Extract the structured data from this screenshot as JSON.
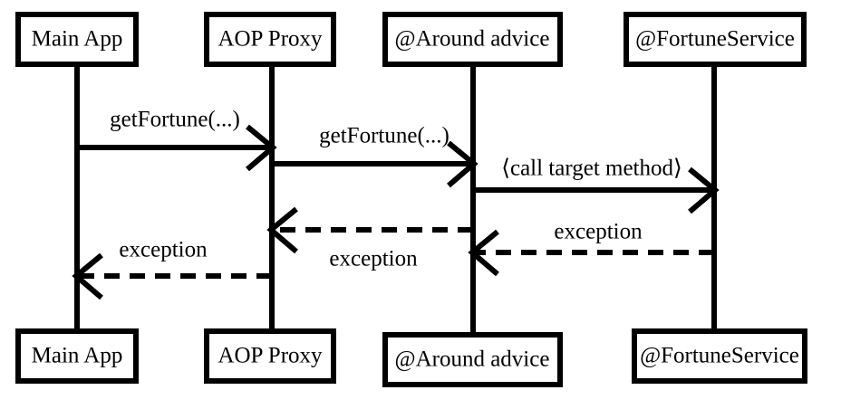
{
  "diagram": {
    "title": "AOP @Around advice exception propagation sequence diagram",
    "type": "sequence-diagram",
    "background_color": "#ffffff",
    "line_color": "#000000",
    "box_fill_color": "#ffffff",
    "participants": [
      {
        "id": "main-app",
        "label": "Main App"
      },
      {
        "id": "aop-proxy",
        "label": "AOP Proxy"
      },
      {
        "id": "around-advice",
        "label": "@Around advice"
      },
      {
        "id": "fortune-service",
        "label": "@FortuneService"
      }
    ],
    "messages": [
      {
        "id": "msg-1",
        "label": "getFortune(...)",
        "from": "main-app",
        "to": "aop-proxy",
        "style": "solid",
        "direction": "right"
      },
      {
        "id": "msg-2",
        "label": "getFortune(...)",
        "from": "aop-proxy",
        "to": "around-advice",
        "style": "solid",
        "direction": "right"
      },
      {
        "id": "msg-3",
        "label": "⟨call target method⟩",
        "from": "around-advice",
        "to": "fortune-service",
        "style": "solid",
        "direction": "right"
      },
      {
        "id": "msg-4",
        "label": "exception",
        "from": "fortune-service",
        "to": "around-advice",
        "style": "dashed",
        "direction": "left"
      },
      {
        "id": "msg-5",
        "label": "exception",
        "from": "around-advice",
        "to": "aop-proxy",
        "style": "dashed",
        "direction": "left"
      },
      {
        "id": "msg-6",
        "label": "exception",
        "from": "aop-proxy",
        "to": "main-app",
        "style": "dashed",
        "direction": "left"
      }
    ]
  }
}
